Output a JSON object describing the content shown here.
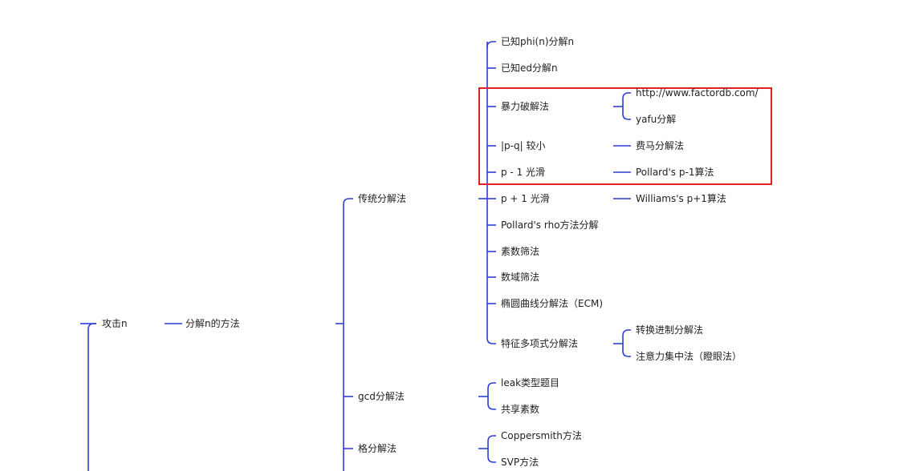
{
  "colors": {
    "connector": "#2c3fd6",
    "highlight": "#e02020",
    "text": "#222222",
    "background": "#ffffff"
  },
  "nodes": {
    "attack_n": "攻击n",
    "factor_methods": "分解n的方法",
    "traditional": "传统分解法",
    "gcd": "gcd分解法",
    "lattice": "格分解法",
    "known_phi": "已知phi(n)分解n",
    "known_ed": "已知ed分解n",
    "brute_force": "暴力破解法",
    "p_q_small": "|p-q| 较小",
    "p_minus_1": "p - 1 光滑",
    "p_plus_1": "p + 1 光滑",
    "pollard_rho": "Pollard's rho方法分解",
    "prime_sieve": "素数筛法",
    "number_field_sieve": "数域筛法",
    "ecm": "椭圆曲线分解法（ECM)",
    "char_poly": "特征多项式分解法",
    "factordb": "http://www.factordb.com/",
    "yafu": "yafu分解",
    "fermat": "费马分解法",
    "pollard_p1": "Pollard's p-1算法",
    "williams_p1": "Williams's p+1算法",
    "base_conversion": "转换进制分解法",
    "attention": "注意力集中法（瞪眼法）",
    "leak": "leak类型题目",
    "shared_prime": "共享素数",
    "coppersmith": "Coppersmith方法",
    "svp": "SVP方法"
  }
}
